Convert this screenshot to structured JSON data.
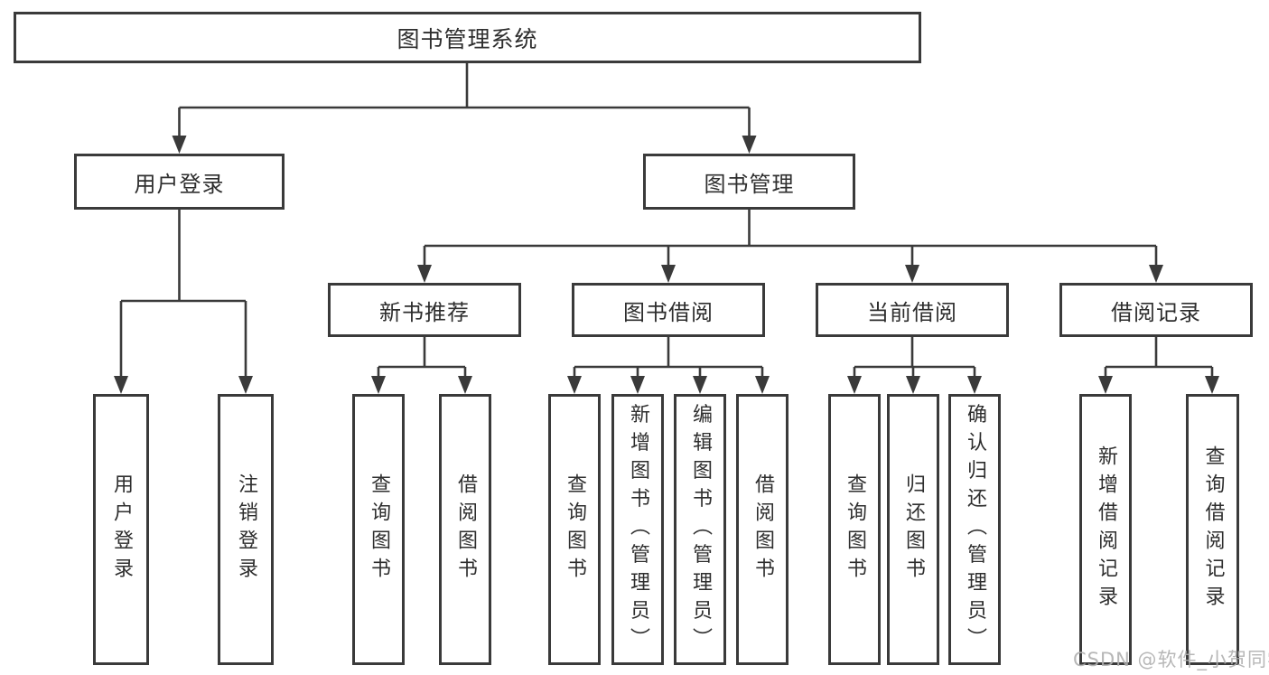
{
  "diagram": {
    "title": "图书管理系统",
    "branches": [
      {
        "label": "用户登录",
        "children": [
          {
            "label": "用户登录"
          },
          {
            "label": "注销登录"
          }
        ]
      },
      {
        "label": "图书管理",
        "children": [
          {
            "label": "新书推荐",
            "children": [
              {
                "label": "查询图书"
              },
              {
                "label": "借阅图书"
              }
            ]
          },
          {
            "label": "图书借阅",
            "children": [
              {
                "label": "查询图书"
              },
              {
                "label": "新增图书（管理员）"
              },
              {
                "label": "编辑图书（管理员）"
              },
              {
                "label": "借阅图书"
              }
            ]
          },
          {
            "label": "当前借阅",
            "children": [
              {
                "label": "查询图书"
              },
              {
                "label": "归还图书"
              },
              {
                "label": "确认归还（管理员）"
              }
            ]
          },
          {
            "label": "借阅记录",
            "children": [
              {
                "label": "新增借阅记录"
              },
              {
                "label": "查询借阅记录"
              }
            ]
          }
        ]
      }
    ]
  },
  "watermark": {
    "text": "CSDN @软件_小贺同学"
  },
  "colors": {
    "line": "#3a3a3a",
    "box_border": "#3a3a3a",
    "text": "#2e2e2e",
    "watermark": "#afafaf",
    "background": "#ffffff"
  }
}
